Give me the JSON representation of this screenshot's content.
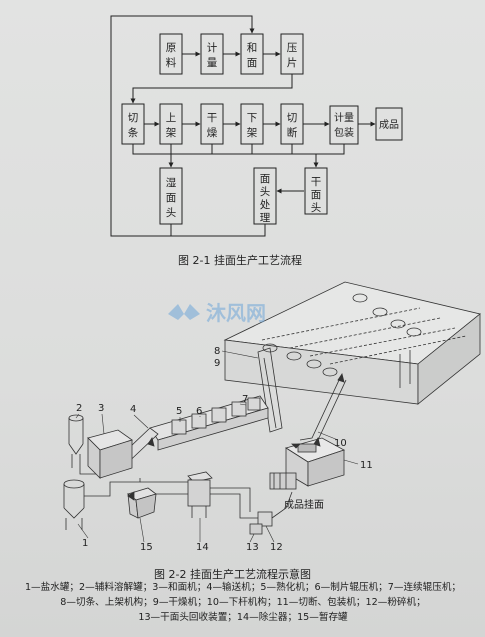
{
  "figure1": {
    "caption": "图 2-1   挂面生产工艺流程",
    "boxes": {
      "raw": "原料",
      "measure": "计量",
      "mix": "和面",
      "press": "压片",
      "cut": "切条",
      "rack": "上架",
      "dry": "干燥",
      "unrack": "下架",
      "cutoff": "切断",
      "pack": "计量包装",
      "product": "成品",
      "wet": "湿面头",
      "headproc": "面头处理",
      "drytail": "干面头"
    }
  },
  "figure2": {
    "caption": "图 2-2   挂面生产工艺流程示意图",
    "numbers": [
      "1",
      "2",
      "3",
      "4",
      "5",
      "6",
      "7",
      "8",
      "9",
      "10",
      "11",
      "12",
      "13",
      "14",
      "15"
    ],
    "product_label": "成品挂面",
    "watermark": "沐风网"
  },
  "legend": {
    "line1": "1—盐水罐；2—辅料溶解罐；3—和面机；4—输送机；5—熟化机；6—制片辊压机；7—连续辊压机；",
    "line2": "8—切条、上架机构；9—干燥机；10—下杆机构；11—切断、包装机；12—粉碎机；",
    "line3": "13—干面头回收装置；14—除尘器；15—暂存罐"
  },
  "colors": {
    "ink": "#222222",
    "paper": "#dedfde",
    "watermark": "#6fa6d8"
  }
}
